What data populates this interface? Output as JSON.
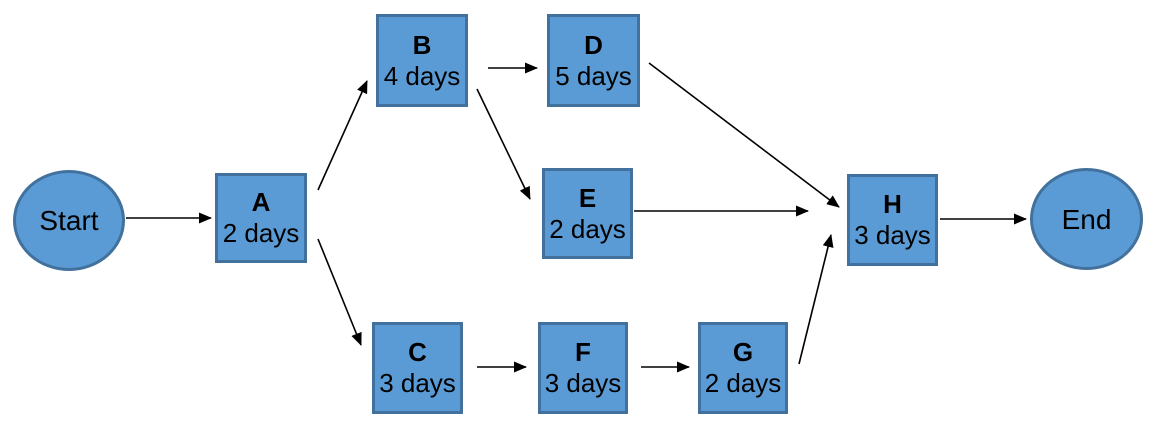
{
  "diagram": {
    "type": "activity-network",
    "colors": {
      "node_fill": "#5b9bd5",
      "node_border": "#41719c",
      "arrow": "#000000",
      "text": "#000000",
      "background": "#ffffff"
    },
    "nodes": [
      {
        "id": "start",
        "shape": "ellipse",
        "label": "Start",
        "duration": ""
      },
      {
        "id": "A",
        "shape": "rect",
        "label": "A",
        "duration": "2 days"
      },
      {
        "id": "B",
        "shape": "rect",
        "label": "B",
        "duration": "4 days"
      },
      {
        "id": "D",
        "shape": "rect",
        "label": "D",
        "duration": "5 days"
      },
      {
        "id": "E",
        "shape": "rect",
        "label": "E",
        "duration": "2 days"
      },
      {
        "id": "C",
        "shape": "rect",
        "label": "C",
        "duration": "3 days"
      },
      {
        "id": "F",
        "shape": "rect",
        "label": "F",
        "duration": "3 days"
      },
      {
        "id": "G",
        "shape": "rect",
        "label": "G",
        "duration": "2 days"
      },
      {
        "id": "H",
        "shape": "rect",
        "label": "H",
        "duration": "3 days"
      },
      {
        "id": "end",
        "shape": "ellipse",
        "label": "End",
        "duration": ""
      }
    ],
    "edges": [
      {
        "from": "Start",
        "to": "A"
      },
      {
        "from": "A",
        "to": "B"
      },
      {
        "from": "A",
        "to": "C"
      },
      {
        "from": "B",
        "to": "D"
      },
      {
        "from": "B",
        "to": "E"
      },
      {
        "from": "D",
        "to": "H"
      },
      {
        "from": "E",
        "to": "H"
      },
      {
        "from": "C",
        "to": "F"
      },
      {
        "from": "F",
        "to": "G"
      },
      {
        "from": "G",
        "to": "H"
      },
      {
        "from": "H",
        "to": "End"
      }
    ]
  }
}
